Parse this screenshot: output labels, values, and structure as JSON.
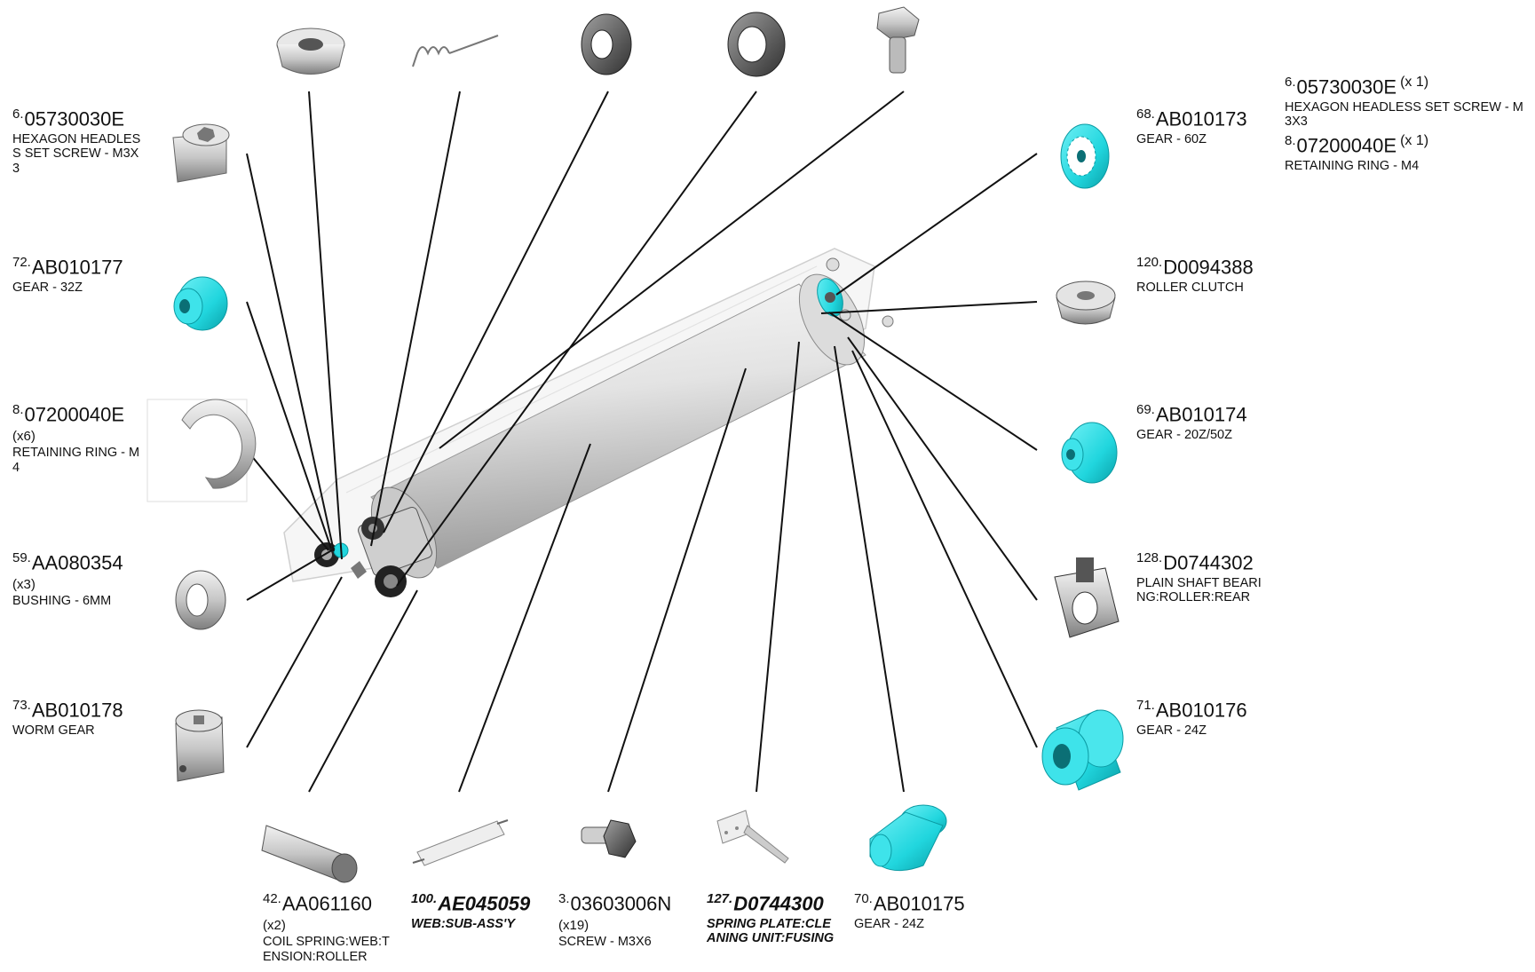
{
  "parts": {
    "p6_left": {
      "idx": "6.",
      "num": "05730030E",
      "desc": "HEXAGON HEADLESS SET SCREW - M3X3"
    },
    "p72": {
      "idx": "72.",
      "num": "AB010177",
      "desc": "GEAR - 32Z"
    },
    "p8_left": {
      "idx": "8.",
      "num": "07200040E",
      "qty": "(x6)",
      "desc": "RETAINING RING - M4"
    },
    "p59": {
      "idx": "59.",
      "num": "AA080354",
      "qty": "(x3)",
      "desc": "BUSHING - 6MM"
    },
    "p73": {
      "idx": "73.",
      "num": "AB010178",
      "desc": "WORM GEAR"
    },
    "p68": {
      "idx": "68.",
      "num": "AB010173",
      "desc": "GEAR - 60Z"
    },
    "p120": {
      "idx": "120.",
      "num": "D0094388",
      "desc": "ROLLER CLUTCH"
    },
    "p69": {
      "idx": "69.",
      "num": "AB010174",
      "desc": "GEAR - 20Z/50Z"
    },
    "p128": {
      "idx": "128.",
      "num": "D0744302",
      "desc": "PLAIN SHAFT BEARING:ROLLER:REAR"
    },
    "p71": {
      "idx": "71.",
      "num": "AB010176",
      "desc": "GEAR - 24Z"
    },
    "p6_right": {
      "idx": "6.",
      "num": "05730030E",
      "qty": "(x 1)",
      "desc": "HEXAGON HEADLESS SET SCREW - M3X3"
    },
    "p8_right": {
      "idx": "8.",
      "num": "07200040E",
      "qty": "(x 1)",
      "desc": "RETAINING RING - M4"
    },
    "p42": {
      "idx": "42.",
      "num": "AA061160",
      "qty": "(x2)",
      "desc": "COIL SPRING:WEB:TENSION:ROLLER"
    },
    "p100": {
      "idx": "100.",
      "num": "AE045059",
      "desc": "WEB:SUB-ASS'Y"
    },
    "p3": {
      "idx": "3.",
      "num": "03603006N",
      "qty": "(x19)",
      "desc": "SCREW - M3X6"
    },
    "p127": {
      "idx": "127.",
      "num": "D0744300",
      "desc": "SPRING PLATE:CLEANING UNIT:FUSING"
    },
    "p70": {
      "idx": "70.",
      "num": "AB010175",
      "desc": "GEAR - 24Z"
    }
  },
  "colors": {
    "highlight": "#21d6de",
    "highlightDark": "#0ea7b0",
    "metal": "#bdbdbd",
    "line": "#111111",
    "dark": "#333333"
  },
  "icons": [
    "set-screw-icon",
    "gear-32z-icon",
    "retaining-ring-icon",
    "bushing-icon",
    "worm-gear-icon",
    "flanged-bushing-icon",
    "coil-spring-icon",
    "spacer-ring-icon",
    "collar-ring-icon",
    "hex-bolt-icon",
    "gear-60z-icon",
    "roller-clutch-icon",
    "gear-20z-50z-icon",
    "bearing-icon",
    "gear-24z-icon",
    "coil-spring-tube-icon",
    "web-roll-icon",
    "screw-icon",
    "spring-plate-icon",
    "gear-24z-small-icon"
  ]
}
